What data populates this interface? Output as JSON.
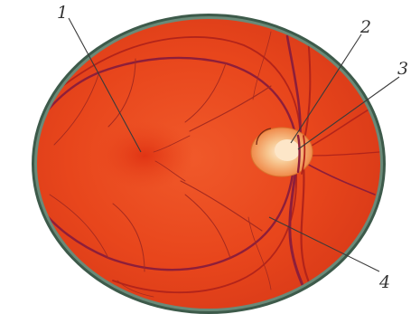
{
  "figure": {
    "callouts": [
      {
        "id": "1",
        "text": "1",
        "part": "macula"
      },
      {
        "id": "2",
        "text": "2",
        "part": "optic-disc"
      },
      {
        "id": "3",
        "text": "3",
        "part": "optic-cup"
      },
      {
        "id": "4",
        "text": "4",
        "part": "retinal-vessels"
      }
    ]
  },
  "colors": {
    "fundus": "#e8401a",
    "fundus_light": "#f2602c",
    "rim": "#3d5a4a",
    "artery": "#b3241a",
    "vein": "#8e1e3a",
    "optic_disc": "#f5c08a",
    "optic_cup": "#fde6c8",
    "leader": "#3a3a3a"
  }
}
